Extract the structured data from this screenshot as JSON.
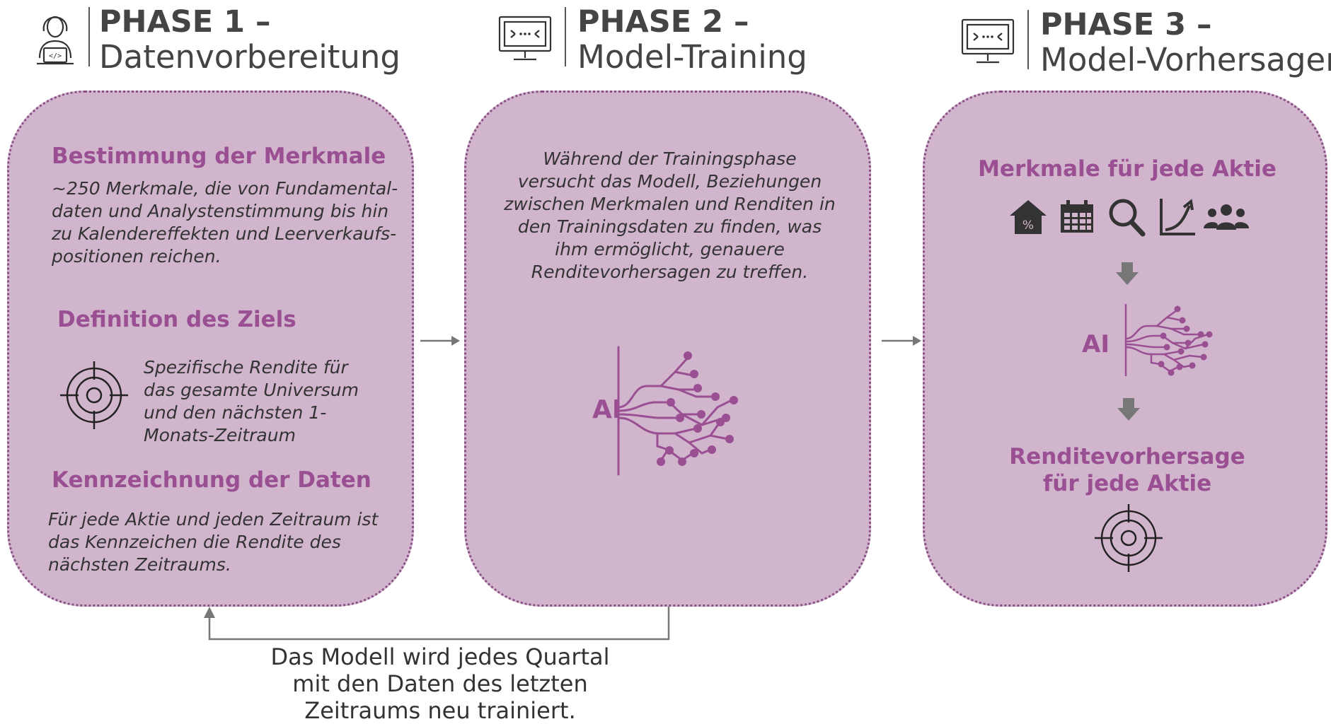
{
  "phases": [
    {
      "number": "PHASE 1 –",
      "name": "Datenvorbereitung",
      "icon": "developer-person-icon"
    },
    {
      "number": "PHASE 2 –",
      "name": "Model-Training",
      "icon": "monitor-code-icon"
    },
    {
      "number": "PHASE 3 –",
      "name": "Model-Vorhersagen",
      "icon": "monitor-code-icon"
    }
  ],
  "phase1": {
    "features_heading": "Bestimmung der Merkmale",
    "features_lines": [
      "~250 Merkmale, die von Fundamental-",
      "daten und Analystenstimmung bis hin",
      "zu Kalendereffekten und Leerverkaufs-",
      "positionen reichen."
    ],
    "target_heading": "Definition des Ziels",
    "target_lines": [
      "Spezifische Rendite für",
      "das gesamte Universum",
      "und den nächsten 1-",
      "Monats-Zeitraum"
    ],
    "label_heading": "Kennzeichnung der Daten",
    "label_lines": [
      "Für jede Aktie und jeden Zeitraum ist",
      "das Kennzeichen die Rendite des",
      "nächsten Zeitraums."
    ]
  },
  "phase2": {
    "description_lines": [
      "Während der Trainingsphase",
      "versucht das Modell, Beziehungen",
      "zwischen Merkmalen und Renditen in",
      "den Trainingsdaten zu finden, was",
      "ihm ermöglicht, genauere",
      "Renditevorhersagen zu treffen."
    ],
    "ai_label": "AI"
  },
  "phase3": {
    "features_heading": "Merkmale für jede Aktie",
    "feature_icons": [
      "house-percent-icon",
      "calendar-icon",
      "magnifier-icon",
      "growth-curve-icon",
      "people-group-icon"
    ],
    "ai_label": "AI",
    "result_lines": [
      "Renditevorhersage",
      "für jede Aktie"
    ]
  },
  "retrain_note_lines": [
    "Das Modell wird jedes Quartal",
    "mit den Daten des letzten",
    "Zeitraums neu trainiert."
  ],
  "colors": {
    "card_fill": "#d1b5cd",
    "accent": "#9a4f93",
    "arrow": "#777777"
  }
}
